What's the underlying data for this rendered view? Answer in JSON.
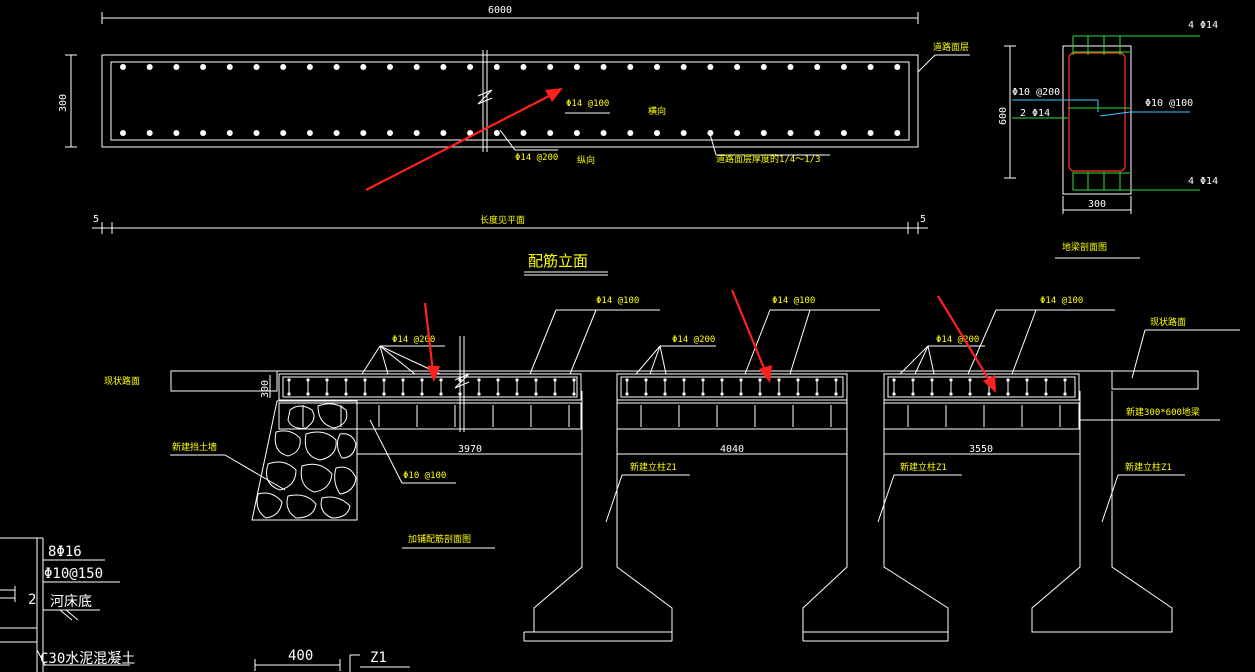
{
  "plan": {
    "dim_length": "6000",
    "dim_height": "300",
    "label_road_surface": "道路面层",
    "rebar_top": "Φ14 @100",
    "dir_top": "横向",
    "rebar_bottom": "Φ14 @200",
    "dir_bottom": "纵向",
    "note_thickness": "道路面层厚度的1/4～1/3",
    "dim_side_left": "5",
    "dim_side_right": "5",
    "label_plan_length": "长度见平面",
    "title": "配筋立面"
  },
  "section": {
    "top_rebar": "4 Φ14",
    "left_stirrup": "Φ10 @200",
    "mid_bars": "2 Φ14",
    "right_stirrup": "Φ10 @100",
    "bottom_rebar": "4 Φ14",
    "dim_height": "600",
    "dim_width": "300",
    "title": "地梁剖面图"
  },
  "elevation": {
    "left_ground": "现状路面",
    "right_ground": "现状路面",
    "slab_thk": "300",
    "span_labels": [
      {
        "name": "slab-rebar-200-1",
        "text": "Φ14 @200"
      },
      {
        "name": "slab-rebar-100-1",
        "text": "Φ14 @100"
      },
      {
        "name": "slab-rebar-200-2",
        "text": "Φ14 @200"
      },
      {
        "name": "slab-rebar-100-2",
        "text": "Φ14 @100"
      },
      {
        "name": "slab-rebar-200-3",
        "text": "Φ14 @200"
      },
      {
        "name": "slab-rebar-100-3",
        "text": "Φ14 @100"
      }
    ],
    "span_dims": [
      "3970",
      "4040",
      "3550"
    ],
    "retaining_wall": "新建挡土墙",
    "stirrup_bottom": "Φ10 @100",
    "section_title": "加铺配筋剖面图",
    "new_beam": "新建300*600地梁",
    "columns": [
      "新建立柱Z1",
      "新建立柱Z1",
      "新建立柱Z1"
    ]
  },
  "legend": {
    "main_bars": "8Φ16",
    "stirrup": "Φ10@150",
    "num": "2",
    "river_bed": "河床底",
    "concrete": "C30水泥混凝土",
    "dim_400": "400",
    "z1": "Z1"
  },
  "colors": {
    "line": "#ffffff",
    "text_yellow": "#ffff00",
    "rebar_green": "#33dd33",
    "rebar_cyan": "#33ccff",
    "stirrup_red": "#ff3333",
    "arrow_red": "#ff2020"
  }
}
